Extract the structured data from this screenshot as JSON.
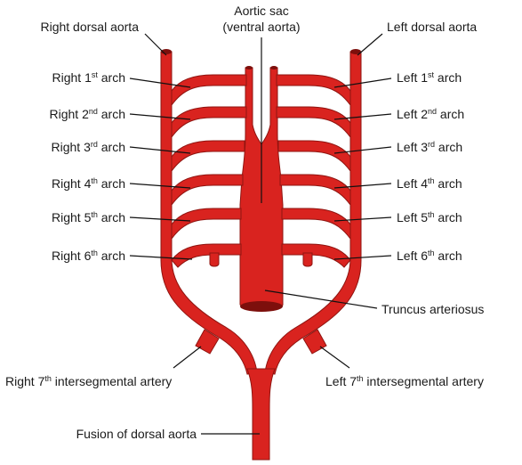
{
  "colors": {
    "vessel": "#d9231f",
    "vessel_edge": "#8f1410",
    "lumen": "#7d0f0c",
    "text": "#1a1a1a"
  },
  "labels": {
    "aortic_sac_line1": "Aortic sac",
    "aortic_sac_line2": "(ventral aorta)",
    "right_dorsal_aorta": "Right dorsal aorta",
    "left_dorsal_aorta": "Left dorsal aorta",
    "truncus": "Truncus arteriosus",
    "right_7th_pre": "Right 7",
    "right_7th_sup": "th",
    "right_7th_post": " intersegmental artery",
    "left_7th_pre": "Left 7",
    "left_7th_sup": "th",
    "left_7th_post": " intersegmental artery",
    "fusion": "Fusion of dorsal aorta"
  },
  "arches": [
    {
      "right_pre": "Right 1",
      "left_pre": "Left 1",
      "sup": "st",
      "post": " arch"
    },
    {
      "right_pre": "Right 2",
      "left_pre": "Left 2",
      "sup": "nd",
      "post": " arch"
    },
    {
      "right_pre": "Right 3",
      "left_pre": "Left 3",
      "sup": "rd",
      "post": " arch"
    },
    {
      "right_pre": "Right 4",
      "left_pre": "Left 4",
      "sup": "th",
      "post": " arch"
    },
    {
      "right_pre": "Right 5",
      "left_pre": "Left 5",
      "sup": "th",
      "post": " arch"
    },
    {
      "right_pre": "Right 6",
      "left_pre": "Left 6",
      "sup": "th",
      "post": " arch"
    }
  ]
}
